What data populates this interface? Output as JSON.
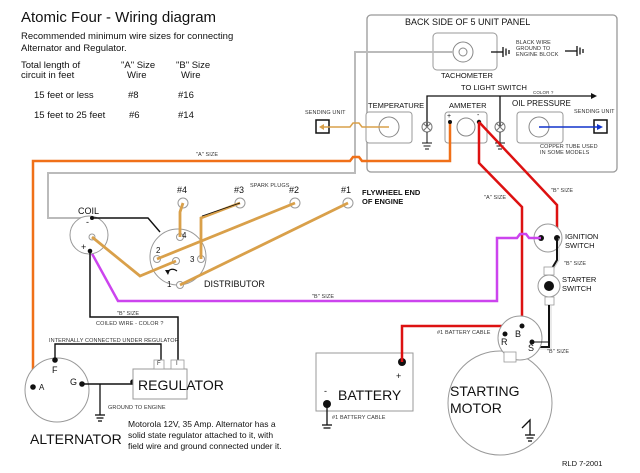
{
  "header": {
    "title": "Atomic Four - Wiring diagram",
    "subtitle_line1": "Recommended minimum  wire sizes for connecting",
    "subtitle_line2": "Alternator and Regulator."
  },
  "wire_table": {
    "col_length_line1": "Total length of",
    "col_length_line2": "circuit in feet",
    "col_a_line1": "\"A\" Size",
    "col_a_line2": "Wire",
    "col_b_line1": "\"B\" Size",
    "col_b_line2": "Wire",
    "rows": [
      {
        "length": "15 feet or less",
        "a": "#8",
        "b": "#16"
      },
      {
        "length": "15 feet to 25 feet",
        "a": "#6",
        "b": "#14"
      }
    ]
  },
  "panel": {
    "title": "BACK SIDE OF 5 UNIT PANEL",
    "tachometer": "TACHOMETER",
    "ground_note_line1": "BLACK WIRE",
    "ground_note_line2": "GROUND TO",
    "ground_note_line3": "ENGINE BLOCK",
    "to_light_switch": "TO LIGHT SWITCH",
    "color_note": "COLOR ?",
    "temperature": "TEMPERATURE",
    "ammeter": "AMMETER",
    "oil_pressure": "OIL PRESSURE",
    "plus": "+",
    "minus": "-",
    "copper_line1": "COPPER TUBE USED",
    "copper_line2": "IN SOME MODELS",
    "sending_unit_left": "SENDING UNIT",
    "sending_unit_right": "SENDING UNIT"
  },
  "wire_labels": {
    "a_size_top": "\"A\" SIZE",
    "a_size_right": "\"A\" SIZE",
    "b_size_right": "\"B\" SIZE",
    "b_size_ign": "\"B\" SIZE",
    "b_size_mid": "\"B\" SIZE",
    "b_size_coil": "\"B\" SIZE",
    "b_size_solenoid": "\"B\" SIZE",
    "coiled_wire": "COILED WIRE - COLOR ?",
    "internally_connected": "INTERNALLY CONNECTED UNDER REGULATOR",
    "ground_to_engine": "GROUND TO ENGINE",
    "battery_cable_top": "#1 BATTERY CABLE",
    "battery_cable_bottom": "#1 BATTERY CABLE"
  },
  "ignition": {
    "spark_plugs": "SPARK PLUGS",
    "plugs": [
      "#4",
      "#3",
      "#2",
      "#1"
    ],
    "flywheel_line1": "FLYWHEEL END",
    "flywheel_line2": "OF ENGINE",
    "coil": "COIL",
    "coil_minus": "-",
    "coil_plus": "+",
    "distributor": "DISTRIBUTOR",
    "dist_terminals": [
      "4",
      "2",
      "3",
      "1"
    ],
    "ignition_switch_line1": "IGNITION",
    "ignition_switch_line2": "SWITCH",
    "starter_switch_line1": "STARTER",
    "starter_switch_line2": "SWITCH"
  },
  "charging": {
    "alternator": "ALTERNATOR",
    "alt_a": "A",
    "alt_f": "F",
    "alt_g": "G",
    "regulator": "REGULATOR",
    "reg_f": "F",
    "reg_i": "I",
    "note_line1": "Motorola 12V, 35 Amp. Alternator has a",
    "note_line2": "solid state regulator attached to it, with",
    "note_line3": "field wire and ground connected under it."
  },
  "starting": {
    "battery": "BATTERY",
    "batt_plus": "+",
    "batt_minus": "-",
    "starting_motor_line1": "STARTING",
    "starting_motor_line2": "MOTOR",
    "sol_b": "B",
    "sol_r": "R",
    "sol_s": "S"
  },
  "footer": {
    "credit": "RLD 7-2001"
  },
  "colors": {
    "a_wire": "#f07018",
    "red_wire": "#dd1111",
    "magenta_wire": "#cc44ee",
    "tan_wire": "#d9a04a",
    "blue_tube": "#1133cc",
    "grey_wire": "#bbbbbb",
    "panel_border": "#999999"
  }
}
